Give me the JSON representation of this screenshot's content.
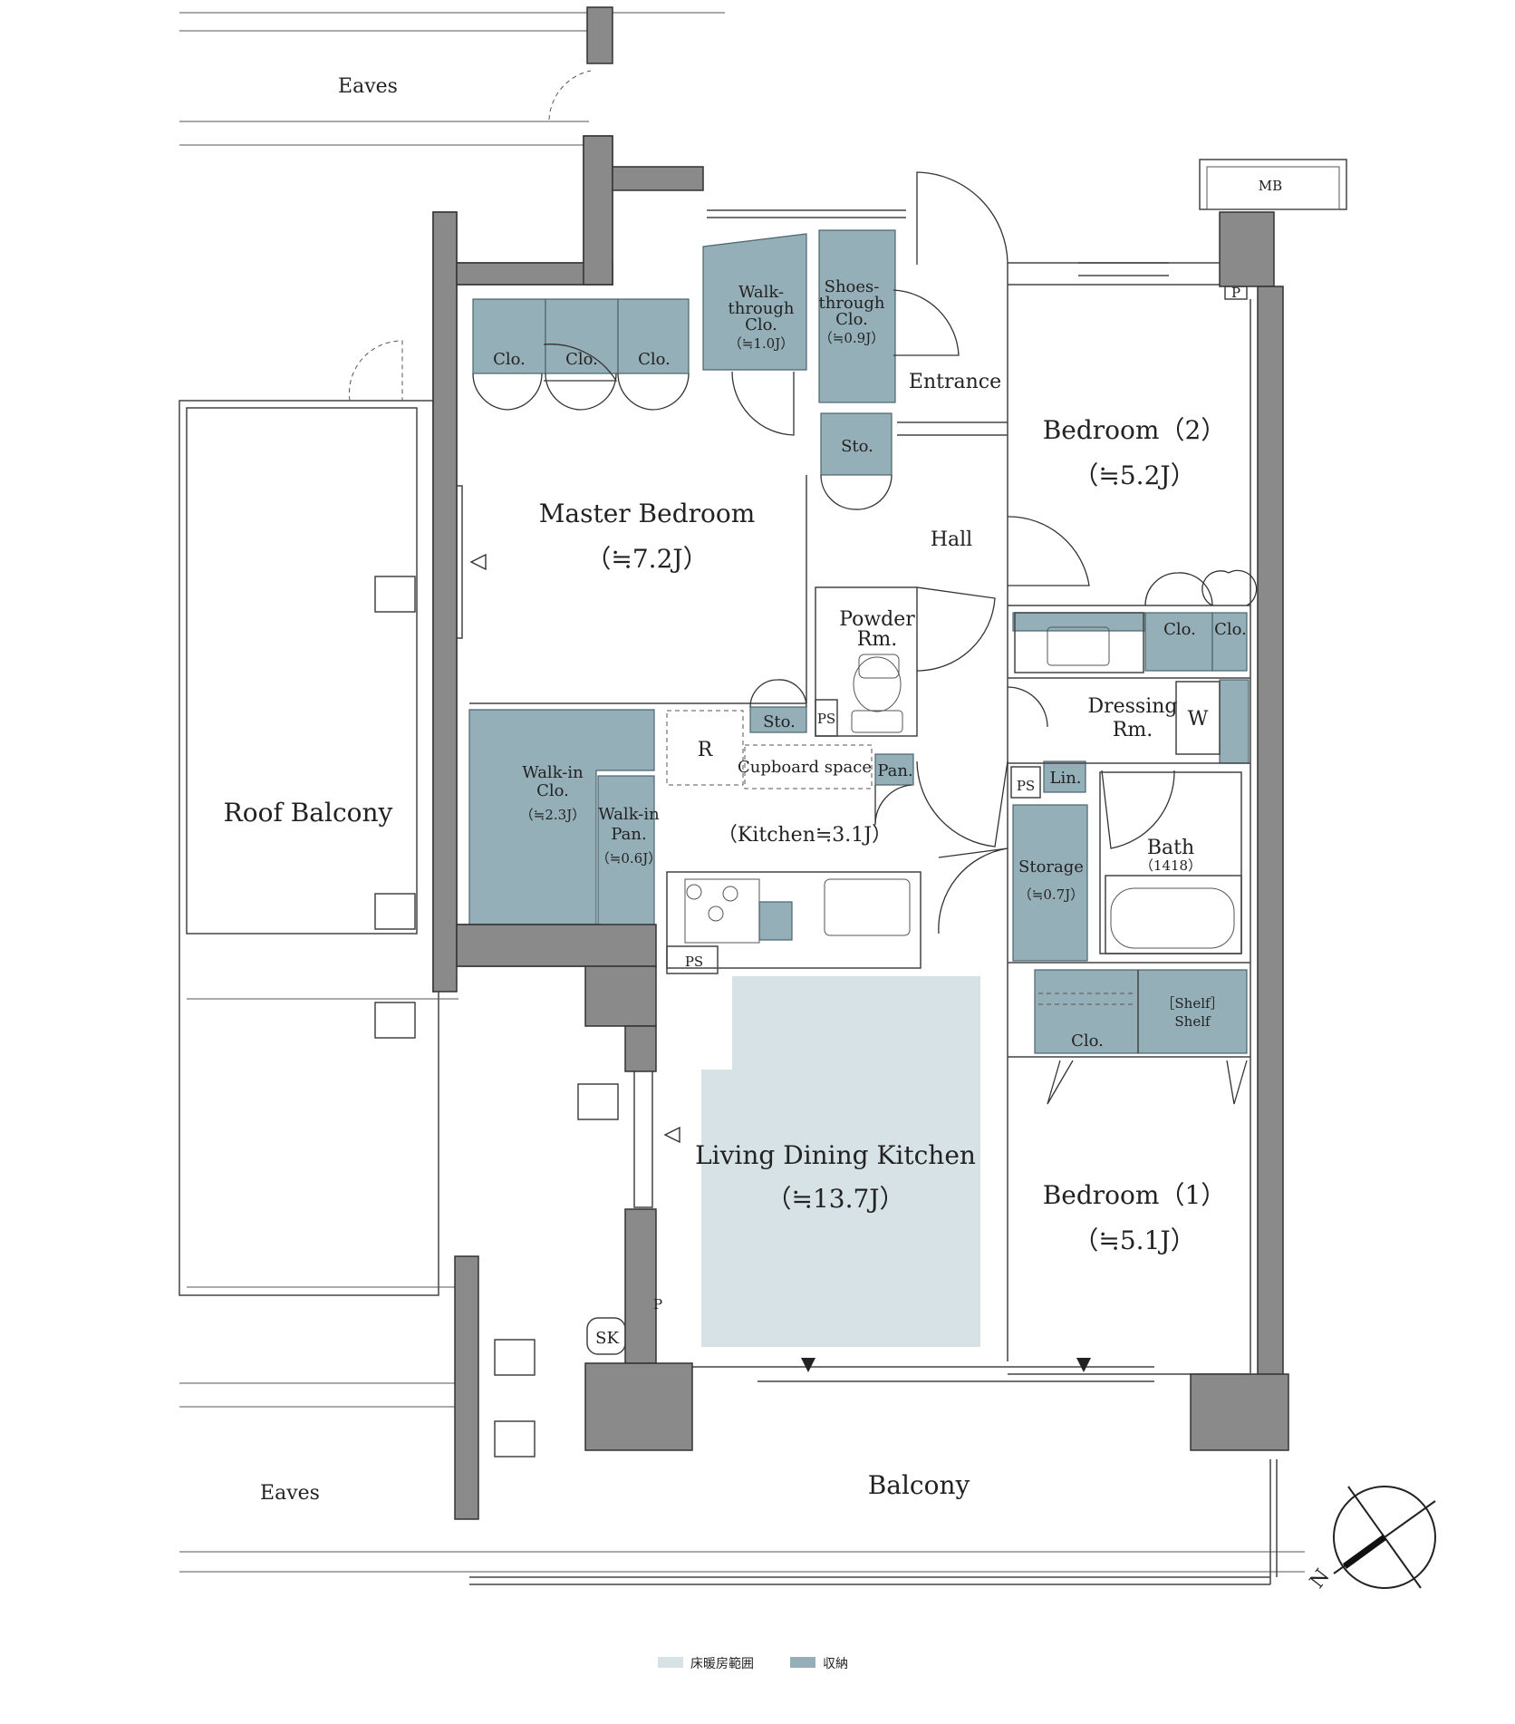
{
  "colors": {
    "storage": "#95afb8",
    "floor_heating": "#d7e2e6",
    "wall": "#8a8a8a",
    "line": "#333333"
  },
  "labels": {
    "eaves_top": "Eaves",
    "eaves_bottom": "Eaves",
    "mb": "MB",
    "balcony": "Balcony",
    "roof_balcony": "Roof Balcony",
    "sk": "SK",
    "entrance": "Entrance",
    "hall": "Hall",
    "master_bedroom": "Master Bedroom",
    "master_bedroom_size": "（≒7.2J）",
    "bedroom2": "Bedroom（2）",
    "bedroom2_size": "（≒5.2J）",
    "bedroom1": "Bedroom（1）",
    "bedroom1_size": "（≒5.1J）",
    "ldk": "Living Dining Kitchen",
    "ldk_size": "（≒13.7J）",
    "kitchen": "（Kitchen≒3.1J）",
    "walk_through_1": "Walk-",
    "walk_through_2": "through",
    "walk_through_3": "Clo.",
    "walk_through_size": "（≒1.0J）",
    "shoes_1": "Shoes-",
    "shoes_2": "through",
    "shoes_3": "Clo.",
    "shoes_size": "（≒0.9J）",
    "clo": "Clo.",
    "sto": "Sto.",
    "powder_1": "Powder",
    "powder_2": "Rm.",
    "ps": "PS",
    "p": "P",
    "r": "R",
    "cupboard": "Cupboard space",
    "pan": "Pan.",
    "walkin_clo_1": "Walk-in",
    "walkin_clo_2": "Clo.",
    "walkin_clo_size": "（≒2.3J）",
    "walkin_pan_1": "Walk-in",
    "walkin_pan_2": "Pan.",
    "walkin_pan_size": "（≒0.6J）",
    "dressing_1": "Dressing",
    "dressing_2": "Rm.",
    "w": "W",
    "lin": "Lin.",
    "bath": "Bath",
    "bath_size": "（1418）",
    "storage": "Storage",
    "storage_size": "（≒0.7J）",
    "shelf_1": "［Shelf］",
    "shelf_2": "Shelf",
    "compass_n": "N"
  },
  "legend": {
    "floor_heating": "床暖房範囲",
    "storage": "収納"
  }
}
